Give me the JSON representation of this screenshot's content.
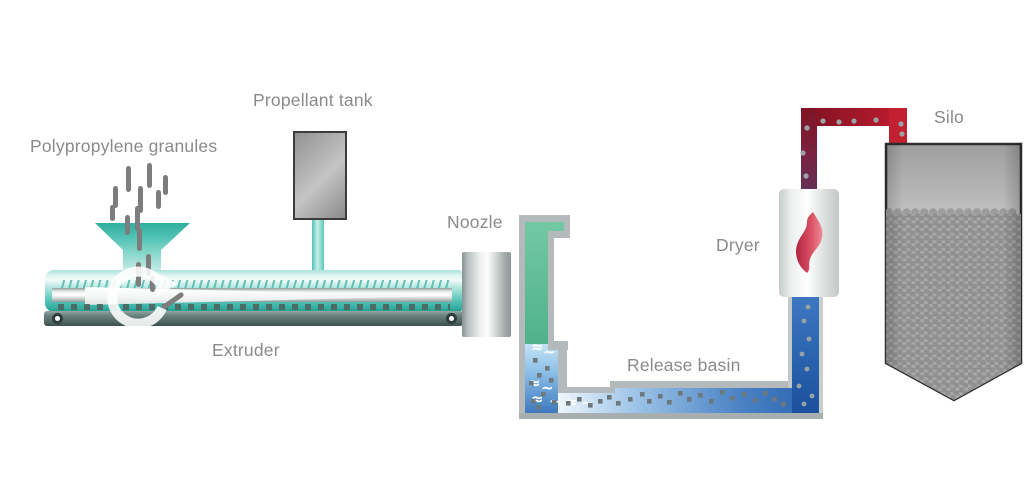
{
  "diagram": {
    "labels": {
      "granules": "Polypropylene granules",
      "propellant_tank": "Propellant tank",
      "noozle": "Noozle",
      "extruder": "Extruder",
      "release_basin": "Release basin",
      "dryer": "Dryer",
      "silo": "Silo"
    },
    "colors": {
      "extruder_teal": "#35b2a4",
      "funnel_teal": "#52c3b5",
      "strand_green": "#57b892",
      "water_light": "#cfe7f7",
      "water_dark": "#1c55a8",
      "pipe_red": "#c41d2e",
      "pipe_maroon": "#6b2c4e",
      "flame_red": "#d6475c",
      "structure_gray": "#b4b9bb",
      "metal_light": "#e8ecec",
      "silo_gray": "#aaaaaa",
      "granule_gray": "#7d7d7d",
      "label_gray": "#8a8a8a",
      "outline_dark": "#333333"
    }
  }
}
